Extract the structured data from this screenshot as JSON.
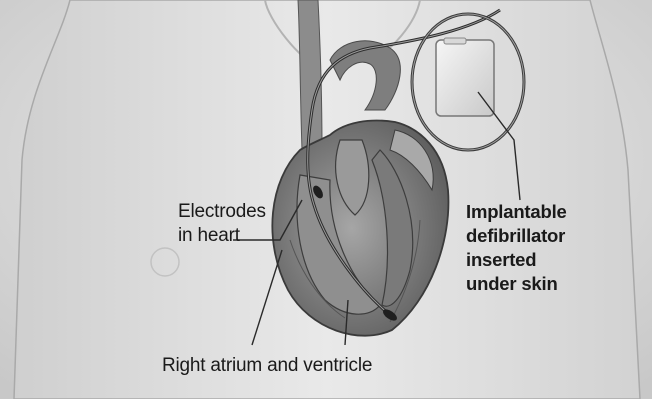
{
  "labels": {
    "electrodes": [
      "Electrodes",
      "in heart"
    ],
    "defibrillator": [
      "Implantable",
      "defibrillator",
      "inserted",
      "under skin"
    ],
    "atrium": "Right atrium and ventricle"
  }
}
